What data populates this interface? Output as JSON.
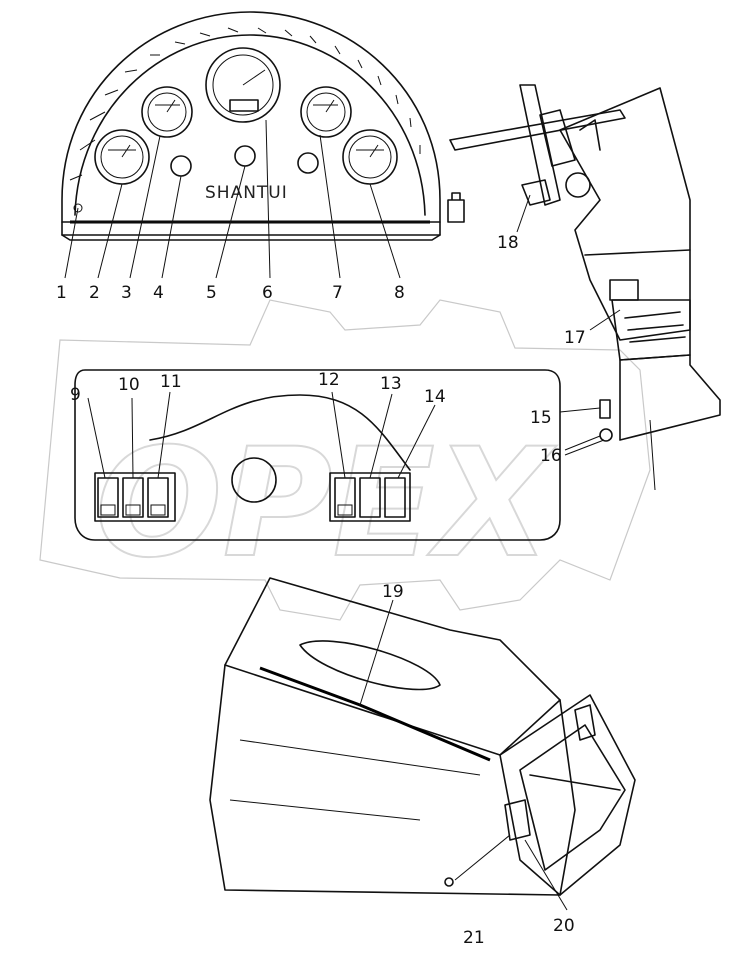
{
  "diagram": {
    "brand_label": "SHANTUI",
    "watermark": "OPEX",
    "callouts": [
      "1",
      "2",
      "3",
      "4",
      "5",
      "6",
      "7",
      "8",
      "9",
      "10",
      "11",
      "12",
      "13",
      "14",
      "15",
      "16",
      "17",
      "18",
      "19",
      "20",
      "21"
    ]
  }
}
